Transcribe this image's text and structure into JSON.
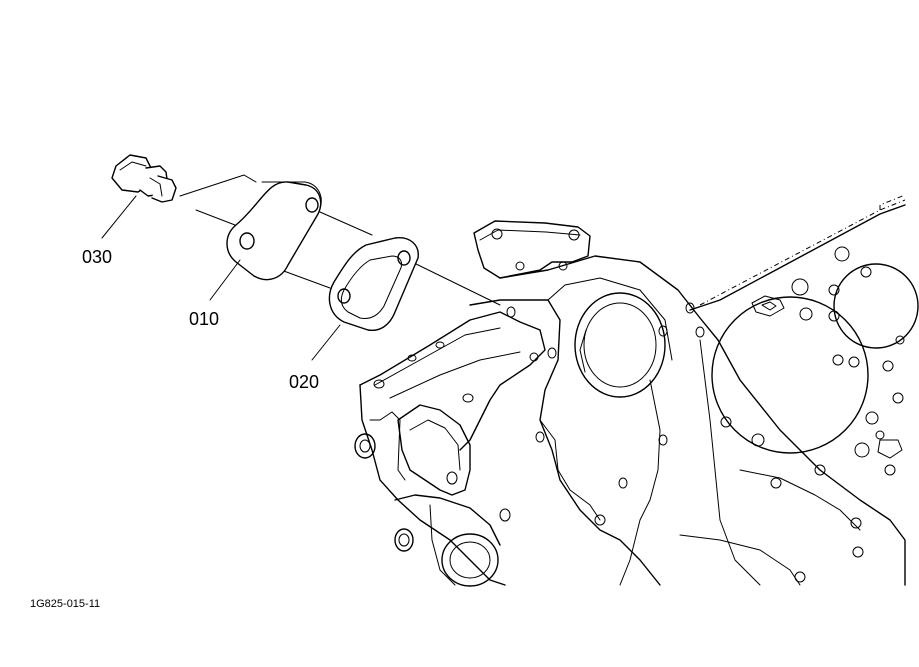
{
  "callouts": [
    {
      "label": "030"
    },
    {
      "label": "010"
    },
    {
      "label": "020"
    }
  ],
  "figure_code": "1G825-015-11"
}
